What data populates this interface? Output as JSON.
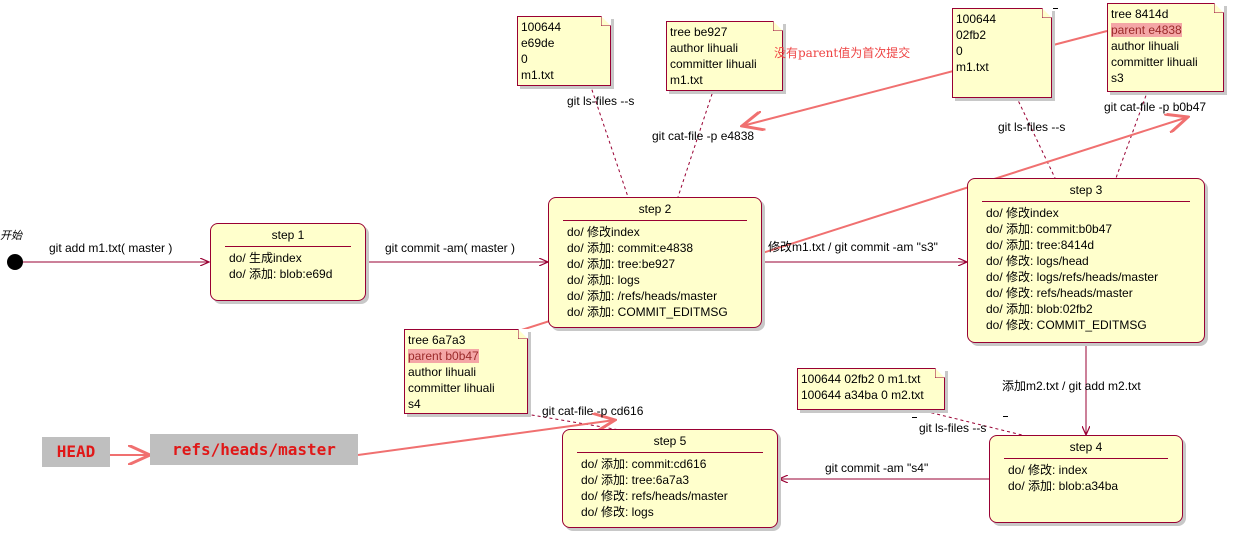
{
  "start": {
    "label": "开始"
  },
  "edges": {
    "add": "git add m1.txt( master )",
    "commit1": "git commit -am( master )",
    "modify": "修改m1.txt / git commit -am \"s3\"",
    "addm2": "添加m2.txt / git add m2.txt",
    "commit4": "git commit -am \"s4\""
  },
  "states": {
    "step1": {
      "title": "step 1",
      "rows": [
        "do/ 生成index",
        "do/ 添加:  blob:e69d"
      ]
    },
    "step2": {
      "title": "step 2",
      "rows": [
        "do/ 修改index",
        "do/ 添加:  commit:e4838",
        "do/ 添加:  tree:be927",
        "do/ 添加:  logs",
        "do/ 添加:  /refs/heads/master",
        "do/ 添加:  COMMIT_EDITMSG"
      ]
    },
    "step3": {
      "title": "step 3",
      "rows": [
        "do/ 修改index",
        "do/ 添加:  commit:b0b47",
        "do/ 添加:  tree:8414d",
        "do/ 修改:  logs/head",
        "do/ 修改:  logs/refs/heads/master",
        "do/ 修改:  refs/heads/master",
        "do/ 添加:  blob:02fb2",
        "do/ 修改:  COMMIT_EDITMSG"
      ]
    },
    "step4": {
      "title": "step 4",
      "rows": [
        "do/ 修改:  index",
        "do/ 添加:  blob:a34ba"
      ]
    },
    "step5": {
      "title": "step 5",
      "rows": [
        "do/ 添加:  commit:cd616",
        "do/ 添加:  tree:6a7a3",
        "do/ 修改:  refs/heads/master",
        "do/ 修改:  logs"
      ]
    }
  },
  "notes": {
    "ls1": [
      "100644",
      "e69de",
      "0",
      "m1.txt"
    ],
    "tree1": [
      "tree  be927",
      "author lihuali",
      "committer lihuali",
      "m1.txt"
    ],
    "ls2": [
      "100644",
      "02fb2",
      "0",
      "m1.txt"
    ],
    "tree2": [
      "tree 8414d",
      "parent  e4838",
      "author lihuali",
      "committer lihuali",
      "s3"
    ],
    "tree3": [
      "tree 6a7a3",
      "parent  b0b47",
      "author lihuali",
      "committer lihuali",
      "s4"
    ],
    "ls3": [
      "100644 02fb2 0 m1.txt",
      "100644 a34ba 0 m2.txt"
    ]
  },
  "links": {
    "lsfiles1": "git ls-files --s",
    "catfile1": "git cat-file -p e4838",
    "lsfiles2": "git ls-files --s",
    "catfile2": "git cat-file -p b0b47",
    "catfile3": "git cat-file -p cd616",
    "lsfiles3": "git ls-files --s"
  },
  "annotation": "没有parent值为首次提交",
  "head": "HEAD",
  "ref": "refs/heads/master",
  "colors": {
    "box_fill": "#ffffcc",
    "border": "#990033",
    "highlight": "#f4a6a6",
    "red_arrow": "#f07070"
  }
}
